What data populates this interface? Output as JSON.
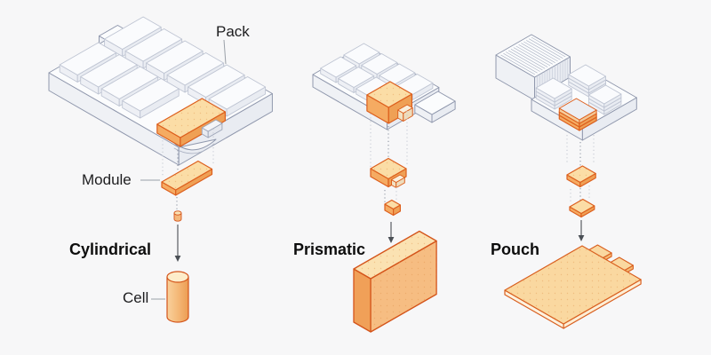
{
  "background": "#f7f7f8",
  "palette": {
    "outline": "#9098ad",
    "grid_line": "#bfc5d3",
    "fill_top": "#fbfcfd",
    "fill_side_left": "#eff1f5",
    "fill_side_right": "#e9ecf2",
    "orange_stroke": "#dd5f1d",
    "deep_orange_stroke": "#d4541a",
    "orange_top": "#fbdda6",
    "orange_left": "#f5ab62",
    "orange_right": "#efa055",
    "cream": "#fdedca",
    "text": "#1d1d1f",
    "leader": "#9aa0a8",
    "arrow": "#4a4f55"
  },
  "callouts": {
    "pack": "Pack",
    "module": "Module",
    "cell": "Cell"
  },
  "sections": [
    {
      "id": "cylindrical",
      "title": "Cylindrical"
    },
    {
      "id": "prismatic",
      "title": "Prismatic"
    },
    {
      "id": "pouch",
      "title": "Pouch"
    }
  ]
}
